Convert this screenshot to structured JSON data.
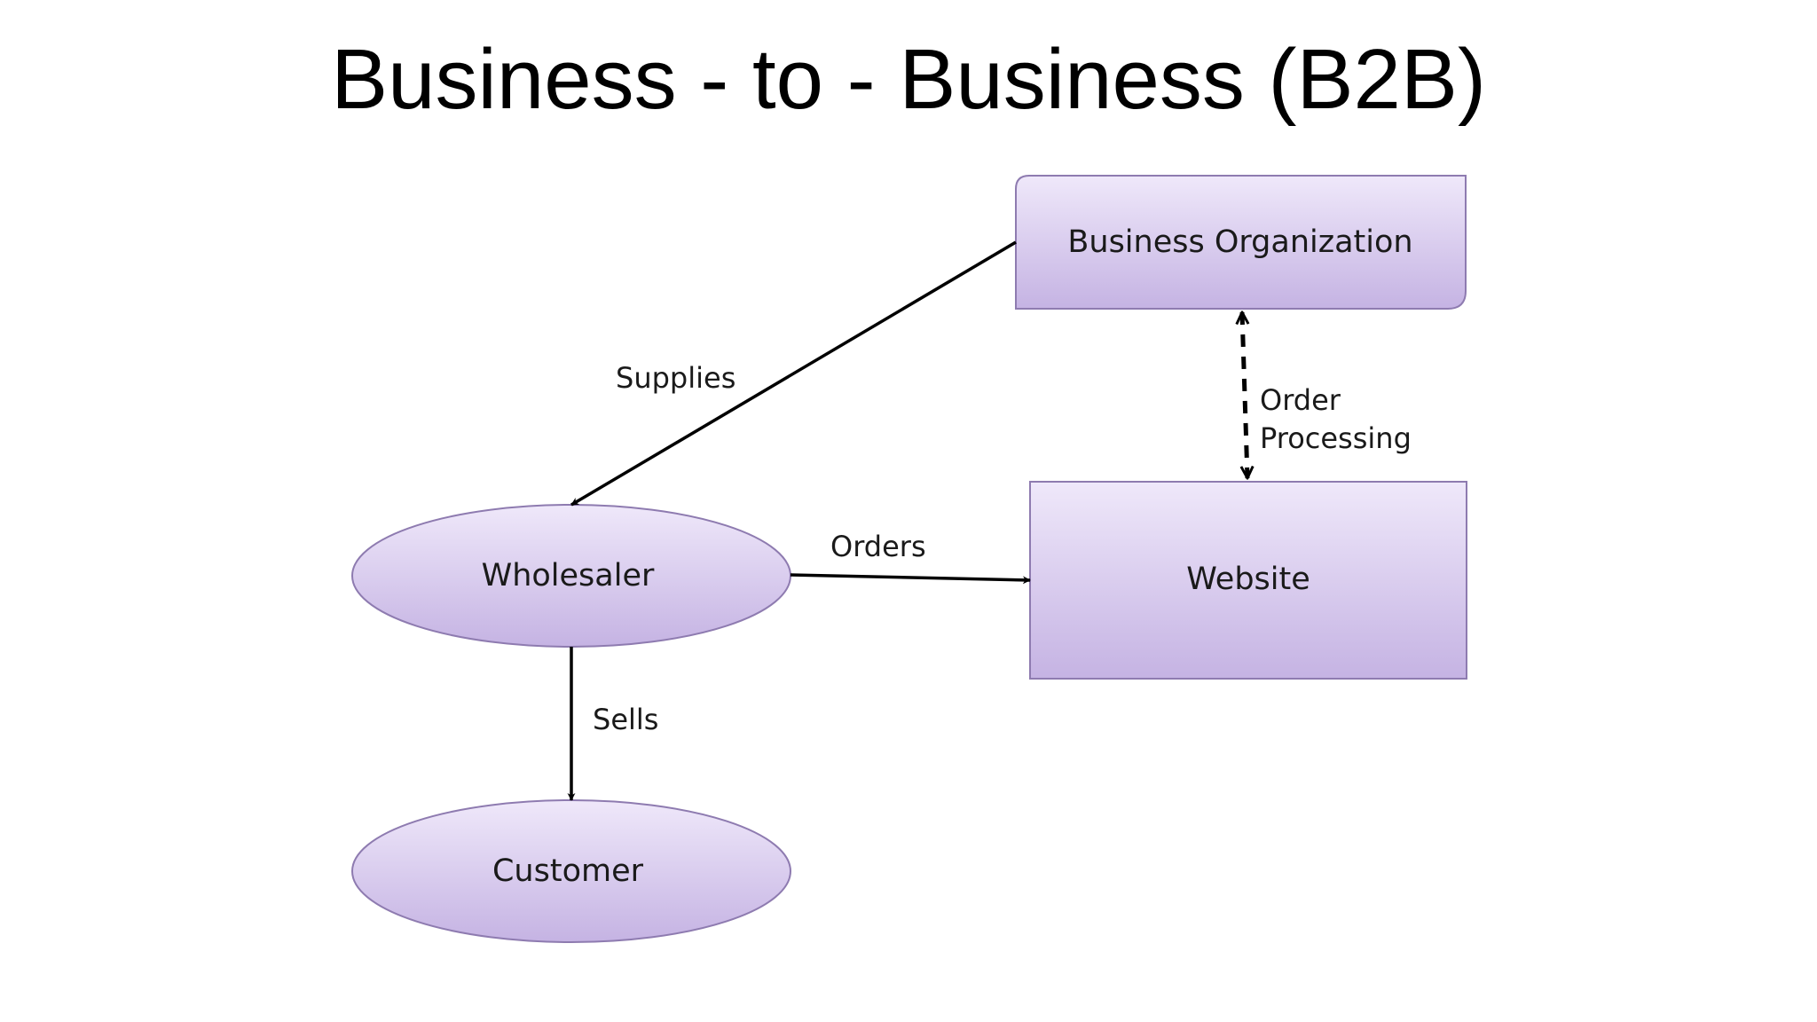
{
  "title": "Business - to - Business (B2B)",
  "colors": {
    "node_fill_top": "#efe8fa",
    "node_fill_bottom": "#c5b3e3",
    "node_stroke": "#8e7bb0",
    "edge": "#000000",
    "title": "#000000"
  },
  "nodes": {
    "business_organization": {
      "label": "Business Organization",
      "shape": "snip-round-rectangle"
    },
    "website": {
      "label": "Website",
      "shape": "rectangle"
    },
    "wholesaler": {
      "label": "Wholesaler",
      "shape": "ellipse"
    },
    "customer": {
      "label": "Customer",
      "shape": "ellipse"
    }
  },
  "edges": {
    "supplies": {
      "label": "Supplies",
      "from": "Business Organization",
      "to": "Wholesaler",
      "style": "solid"
    },
    "orders": {
      "label": "Orders",
      "from": "Wholesaler",
      "to": "Website",
      "style": "solid"
    },
    "sells": {
      "label": "Sells",
      "from": "Wholesaler",
      "to": "Customer",
      "style": "solid"
    },
    "order_processing": {
      "label_line1": "Order",
      "label_line2": "Processing",
      "from": "Website",
      "to": "Business Organization",
      "style": "dashed-bidirectional"
    }
  }
}
